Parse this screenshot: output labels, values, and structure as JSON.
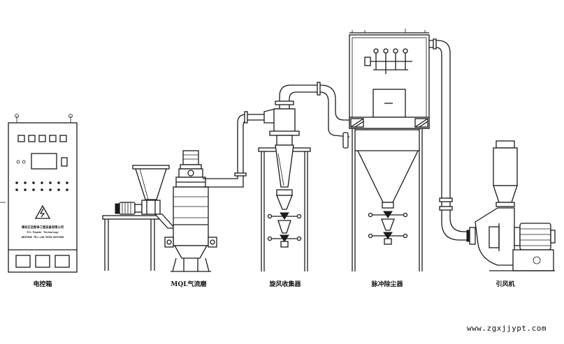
{
  "labels": {
    "control_cabinet": "电控箱",
    "air_mill": "MQL气流磨",
    "cyclone_collector": "旋风收集器",
    "pulse_dust_collector": "脉冲除尘器",
    "induced_fan": "引风机"
  },
  "nameplate": {
    "line1": "潍坊正远粉体工程设备有限公司",
    "line2": "ZYL Powder Technology",
    "line3": "WEIFANG  TEL:+86-0536-8867888"
  },
  "watermark": "www.zgxjjypt.com"
}
